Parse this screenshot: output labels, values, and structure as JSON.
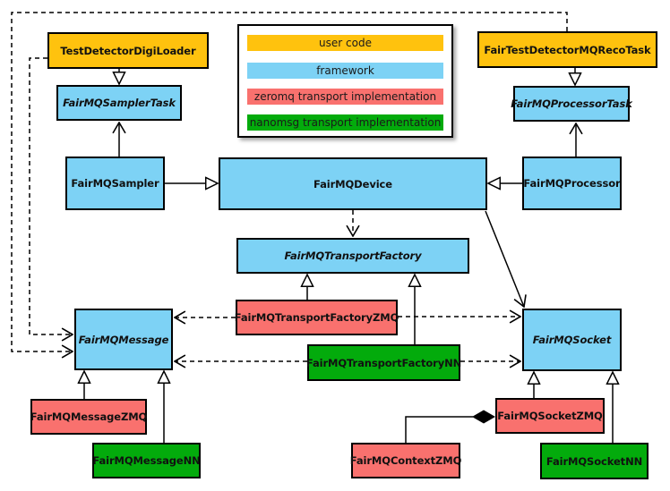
{
  "diagram": {
    "colors": {
      "user_code": "#ffc20e",
      "framework": "#7dd2f5",
      "zeromq": "#f9716e",
      "nanomsg": "#03ab0c"
    },
    "legend": {
      "items": [
        {
          "label": "user code",
          "color": "#ffc20e"
        },
        {
          "label": "framework",
          "color": "#7dd2f5"
        },
        {
          "label": "zeromq transport implementation",
          "color": "#f9716e"
        },
        {
          "label": "nanomsg transport implementation",
          "color": "#03ab0c"
        }
      ]
    },
    "nodes": {
      "digiLoader": {
        "label": "TestDetectorDigiLoader",
        "category": "user code",
        "abstract": false
      },
      "recoTask": {
        "label": "FairTestDetectorMQRecoTask",
        "category": "user code",
        "abstract": false
      },
      "samplerTask": {
        "label": "FairMQSamplerTask",
        "category": "framework",
        "abstract": true
      },
      "processorTask": {
        "label": "FairMQProcessorTask",
        "category": "framework",
        "abstract": true
      },
      "sampler": {
        "label": "FairMQSampler",
        "category": "framework",
        "abstract": false
      },
      "device": {
        "label": "FairMQDevice",
        "category": "framework",
        "abstract": false
      },
      "processor": {
        "label": "FairMQProcessor",
        "category": "framework",
        "abstract": false
      },
      "transportFactory": {
        "label": "FairMQTransportFactory",
        "category": "framework",
        "abstract": true
      },
      "transportFactoryZMQ": {
        "label": "FairMQTransportFactoryZMQ",
        "category": "zeromq",
        "abstract": false
      },
      "transportFactoryNN": {
        "label": "FairMQTransportFactoryNN",
        "category": "nanomsg",
        "abstract": false
      },
      "message": {
        "label": "FairMQMessage",
        "category": "framework",
        "abstract": true
      },
      "socket": {
        "label": "FairMQSocket",
        "category": "framework",
        "abstract": true
      },
      "messageZMQ": {
        "label": "FairMQMessageZMQ",
        "category": "zeromq",
        "abstract": false
      },
      "messageNN": {
        "label": "FairMQMessageNN",
        "category": "nanomsg",
        "abstract": false
      },
      "socketZMQ": {
        "label": "FairMQSocketZMQ",
        "category": "zeromq",
        "abstract": false
      },
      "contextZMQ": {
        "label": "FairMQContextZMQ",
        "category": "zeromq",
        "abstract": false
      },
      "socketNN": {
        "label": "FairMQSocketNN",
        "category": "nanomsg",
        "abstract": false
      }
    },
    "edges": [
      {
        "from": "TestDetectorDigiLoader",
        "to": "FairMQSamplerTask",
        "type": "inheritance"
      },
      {
        "from": "FairTestDetectorMQRecoTask",
        "to": "FairMQProcessorTask",
        "type": "inheritance"
      },
      {
        "from": "FairMQSampler",
        "to": "FairMQSamplerTask",
        "type": "association"
      },
      {
        "from": "FairMQProcessor",
        "to": "FairMQProcessorTask",
        "type": "association"
      },
      {
        "from": "FairMQSampler",
        "to": "FairMQDevice",
        "type": "inheritance"
      },
      {
        "from": "FairMQProcessor",
        "to": "FairMQDevice",
        "type": "inheritance"
      },
      {
        "from": "FairMQDevice",
        "to": "FairMQTransportFactory",
        "type": "dependency"
      },
      {
        "from": "FairMQDevice",
        "to": "FairMQSocket",
        "type": "association"
      },
      {
        "from": "FairMQTransportFactoryZMQ",
        "to": "FairMQTransportFactory",
        "type": "inheritance"
      },
      {
        "from": "FairMQTransportFactoryNN",
        "to": "FairMQTransportFactory",
        "type": "inheritance"
      },
      {
        "from": "FairMQTransportFactoryZMQ",
        "to": "FairMQMessage",
        "type": "dependency"
      },
      {
        "from": "FairMQTransportFactoryZMQ",
        "to": "FairMQSocket",
        "type": "dependency"
      },
      {
        "from": "FairMQTransportFactoryNN",
        "to": "FairMQMessage",
        "type": "dependency"
      },
      {
        "from": "FairMQTransportFactoryNN",
        "to": "FairMQSocket",
        "type": "dependency"
      },
      {
        "from": "TestDetectorDigiLoader",
        "to": "FairMQMessage",
        "type": "dependency"
      },
      {
        "from": "FairTestDetectorMQRecoTask",
        "to": "FairMQMessage",
        "type": "dependency"
      },
      {
        "from": "FairMQMessageZMQ",
        "to": "FairMQMessage",
        "type": "inheritance"
      },
      {
        "from": "FairMQMessageNN",
        "to": "FairMQMessage",
        "type": "inheritance"
      },
      {
        "from": "FairMQSocketZMQ",
        "to": "FairMQSocket",
        "type": "inheritance"
      },
      {
        "from": "FairMQSocketNN",
        "to": "FairMQSocket",
        "type": "inheritance"
      },
      {
        "from": "FairMQContextZMQ",
        "to": "FairMQSocketZMQ",
        "type": "composition"
      }
    ]
  }
}
